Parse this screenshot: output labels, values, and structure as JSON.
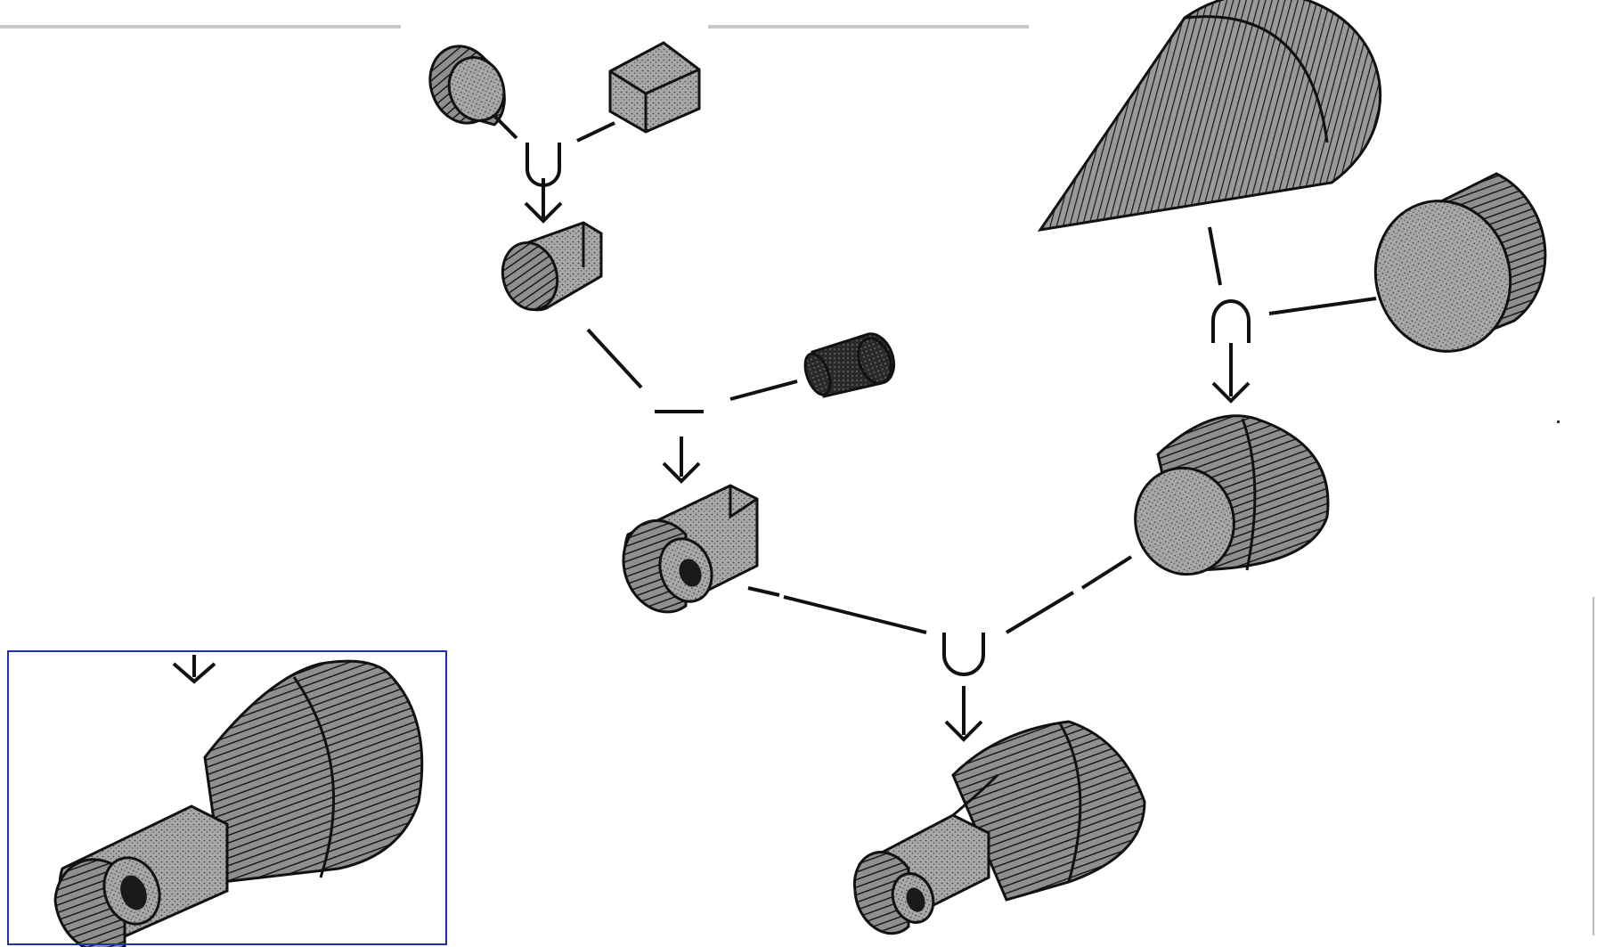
{
  "diagram": {
    "type": "csg-tree",
    "operations": [
      {
        "id": "op-union-top",
        "symbol": "∪",
        "name": "union"
      },
      {
        "id": "op-difference",
        "symbol": "−",
        "name": "difference"
      },
      {
        "id": "op-intersection",
        "symbol": "∩",
        "name": "intersection"
      },
      {
        "id": "op-union-final",
        "symbol": "∪",
        "name": "union"
      }
    ],
    "primitives": [
      "cylinder",
      "box",
      "cylinder-small",
      "cone",
      "cylinder-large"
    ],
    "results": [
      "rounded-block",
      "eye-block",
      "truncated-cone",
      "final-part"
    ],
    "colors": {
      "ink": "#111111",
      "fill": "#9a9a9a",
      "dark": "#333333",
      "rule": "#c8c8c8",
      "frame": "#1f2fb0"
    }
  }
}
